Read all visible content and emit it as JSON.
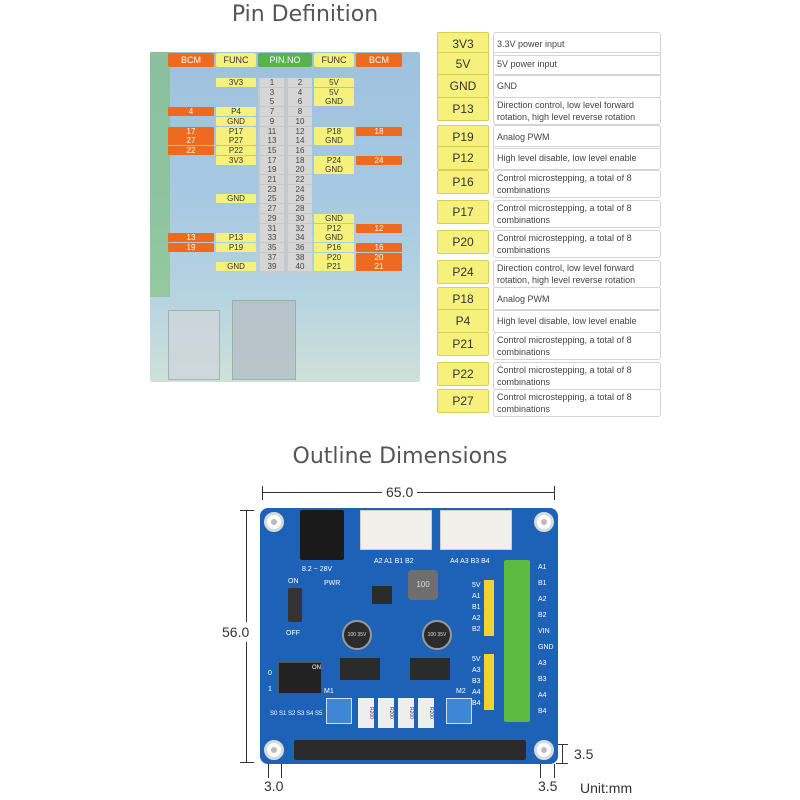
{
  "pin_section": {
    "title": "Pin Definition",
    "headers": [
      "BCM",
      "FUNC",
      "PIN.NO",
      "FUNC",
      "BCM"
    ],
    "left_rows": [
      {
        "pin": "1",
        "func": "3V3",
        "bcm": ""
      },
      {
        "pin": "3",
        "func": "",
        "bcm": ""
      },
      {
        "pin": "5",
        "func": "",
        "bcm": ""
      },
      {
        "pin": "7",
        "func": "P4",
        "bcm": "4"
      },
      {
        "pin": "9",
        "func": "GND",
        "bcm": ""
      },
      {
        "pin": "11",
        "func": "P17",
        "bcm": "17"
      },
      {
        "pin": "13",
        "func": "P27",
        "bcm": "27"
      },
      {
        "pin": "15",
        "func": "P22",
        "bcm": "22"
      },
      {
        "pin": "17",
        "func": "3V3",
        "bcm": ""
      },
      {
        "pin": "19",
        "func": "",
        "bcm": ""
      },
      {
        "pin": "21",
        "func": "",
        "bcm": ""
      },
      {
        "pin": "23",
        "func": "",
        "bcm": ""
      },
      {
        "pin": "25",
        "func": "GND",
        "bcm": ""
      },
      {
        "pin": "27",
        "func": "",
        "bcm": ""
      },
      {
        "pin": "29",
        "func": "",
        "bcm": ""
      },
      {
        "pin": "31",
        "func": "",
        "bcm": ""
      },
      {
        "pin": "33",
        "func": "P13",
        "bcm": "13"
      },
      {
        "pin": "35",
        "func": "P19",
        "bcm": "19"
      },
      {
        "pin": "37",
        "func": "",
        "bcm": ""
      },
      {
        "pin": "39",
        "func": "GND",
        "bcm": ""
      }
    ],
    "right_rows": [
      {
        "pin": "2",
        "func": "5V",
        "bcm": ""
      },
      {
        "pin": "4",
        "func": "5V",
        "bcm": ""
      },
      {
        "pin": "6",
        "func": "GND",
        "bcm": ""
      },
      {
        "pin": "8",
        "func": "",
        "bcm": ""
      },
      {
        "pin": "10",
        "func": "",
        "bcm": ""
      },
      {
        "pin": "12",
        "func": "P18",
        "bcm": "18"
      },
      {
        "pin": "14",
        "func": "GND",
        "bcm": ""
      },
      {
        "pin": "16",
        "func": "",
        "bcm": ""
      },
      {
        "pin": "18",
        "func": "P24",
        "bcm": "24"
      },
      {
        "pin": "20",
        "func": "GND",
        "bcm": ""
      },
      {
        "pin": "22",
        "func": "",
        "bcm": ""
      },
      {
        "pin": "24",
        "func": "",
        "bcm": ""
      },
      {
        "pin": "26",
        "func": "",
        "bcm": ""
      },
      {
        "pin": "28",
        "func": "",
        "bcm": ""
      },
      {
        "pin": "30",
        "func": "GND",
        "bcm": ""
      },
      {
        "pin": "32",
        "func": "P12",
        "bcm": "12"
      },
      {
        "pin": "34",
        "func": "GND",
        "bcm": ""
      },
      {
        "pin": "36",
        "func": "P16",
        "bcm": "16"
      },
      {
        "pin": "38",
        "func": "P20",
        "bcm": "20"
      },
      {
        "pin": "40",
        "func": "P21",
        "bcm": "21"
      }
    ]
  },
  "definitions": [
    {
      "code": "3V3",
      "desc": "3.3V power input"
    },
    {
      "code": "5V",
      "desc": "5V power input"
    },
    {
      "code": "GND",
      "desc": "GND"
    },
    {
      "code": "P13",
      "desc": "Direction control, low level forward rotation, high level reverse rotation"
    },
    {
      "code": "P19",
      "desc": "Analog PWM"
    },
    {
      "code": "P12",
      "desc": "High level disable, low level enable"
    },
    {
      "code": "P16",
      "desc": "Control microstepping, a total of 8 combinations"
    },
    {
      "code": "P17",
      "desc": "Control microstepping, a total of 8 combinations"
    },
    {
      "code": "P20",
      "desc": "Control microstepping, a total of 8 combinations"
    },
    {
      "code": "P24",
      "desc": "Direction control, low level forward rotation, high level reverse rotation"
    },
    {
      "code": "P18",
      "desc": "Analog PWM"
    },
    {
      "code": "P4",
      "desc": "High level disable, low level enable"
    },
    {
      "code": "P21",
      "desc": "Control microstepping, a total of 8 combinations"
    },
    {
      "code": "P22",
      "desc": "Control microstepping, a total of 8 combinations"
    },
    {
      "code": "P27",
      "desc": "Control microstepping, a total of 8 combinations"
    }
  ],
  "outline": {
    "title": "Outline Dimensions",
    "width_label": "65.0",
    "height_label": "56.0",
    "right_offset_label": "3.5",
    "bottom_left_label": "3.0",
    "bottom_right_label": "3.5",
    "unit_label": "Unit:mm",
    "voltage_label": "8.2 ~ 28V",
    "switch_on": "ON",
    "switch_off": "OFF",
    "pwr_label": "PWR",
    "conn_left_labels": "A2 A1 B1 B2",
    "conn_right_labels": "A4 A3 B3 B4",
    "motor1": "M1",
    "motor2": "M2",
    "dip_labels": "S0 S1 S2 S3 S4 S5",
    "dip_side_on": "ON",
    "dip_zero": "0",
    "dip_one": "1",
    "cap_text": "100 35V",
    "inductor_text": "100",
    "resistor_text": "R200",
    "terminal_labels": [
      "A1",
      "B1",
      "A2",
      "B2",
      "VIN",
      "GND",
      "A3",
      "B3",
      "A4",
      "B4"
    ],
    "header1_labels": [
      "5V",
      "A1",
      "B1",
      "A2",
      "B2"
    ],
    "header2_labels": [
      "5V",
      "A3",
      "B3",
      "A4",
      "B4"
    ]
  }
}
